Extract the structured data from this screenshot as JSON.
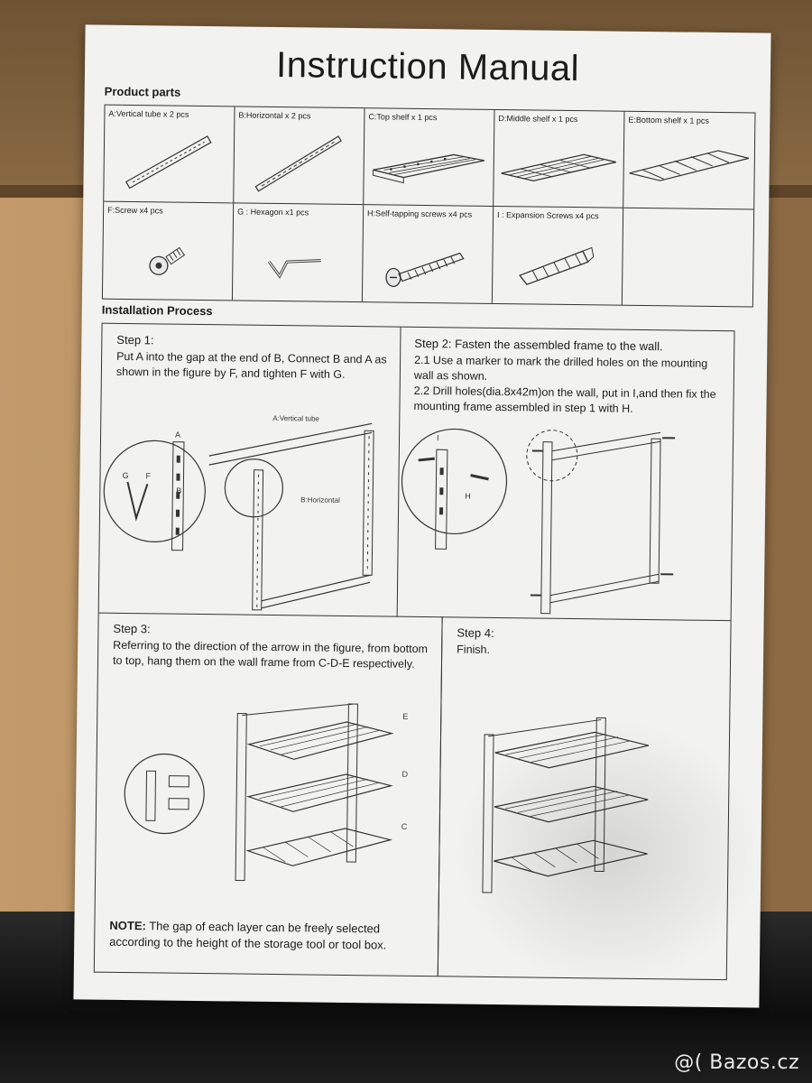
{
  "document": {
    "title": "Instruction Manual",
    "product_parts_label": "Product parts",
    "installation_label": "Installation Process",
    "parts": [
      {
        "id": "A",
        "label": "A:Vertical tube  x 2 pcs",
        "icon": "vertical-tube-icon"
      },
      {
        "id": "B",
        "label": "B:Horizontal x 2 pcs",
        "icon": "horizontal-tube-icon"
      },
      {
        "id": "C",
        "label": "C:Top shelf x 1 pcs",
        "icon": "top-shelf-icon"
      },
      {
        "id": "D",
        "label": "D:Middle shelf x 1 pcs",
        "icon": "middle-shelf-icon"
      },
      {
        "id": "E",
        "label": "E:Bottom shelf x 1 pcs",
        "icon": "bottom-shelf-icon"
      },
      {
        "id": "F",
        "label": "F:Screw  x4 pcs",
        "icon": "screw-icon"
      },
      {
        "id": "G",
        "label": "G : Hexagon  x1 pcs",
        "icon": "hex-key-icon"
      },
      {
        "id": "H",
        "label": "H:Self-tapping screws x4 pcs",
        "icon": "self-tapping-screw-icon"
      },
      {
        "id": "I",
        "label": "I : Expansion Screws  x4 pcs",
        "icon": "expansion-screw-icon"
      }
    ],
    "steps": [
      {
        "title": "Step 1:",
        "text": "Put A into the gap at the end of B, Connect B and A as shown in the figure by F, and tighten F with G.",
        "fig_labels": {
          "vertical": "A:Vertical tube",
          "horizontal": "B:Horizontal",
          "a": "A",
          "b": "B",
          "g": "G",
          "f": "F"
        }
      },
      {
        "title": "Step 2: Fasten the assembled frame to the wall.",
        "text": "2.1 Use a marker to mark the drilled holes on the mounting wall as shown.\n2.2 Drill holes(dia.8x42m)on the wall, put in I,and then fix the mounting frame assembled in step 1 with H.",
        "fig_labels": {
          "i": "I",
          "h": "H"
        }
      },
      {
        "title": "Step 3:",
        "text": "Referring to the direction of the arrow in the figure, from bottom to top, hang them on the wall frame from C-D-E respectively.",
        "fig_labels": {
          "e": "E",
          "d": "D",
          "c": "C"
        }
      },
      {
        "title": "Step 4:",
        "text": "Finish."
      }
    ],
    "note_label": "NOTE:",
    "note_text": " The gap of each layer can be freely selected according to the height of the storage tool or tool box."
  },
  "watermark": "@( Bazos.cz"
}
